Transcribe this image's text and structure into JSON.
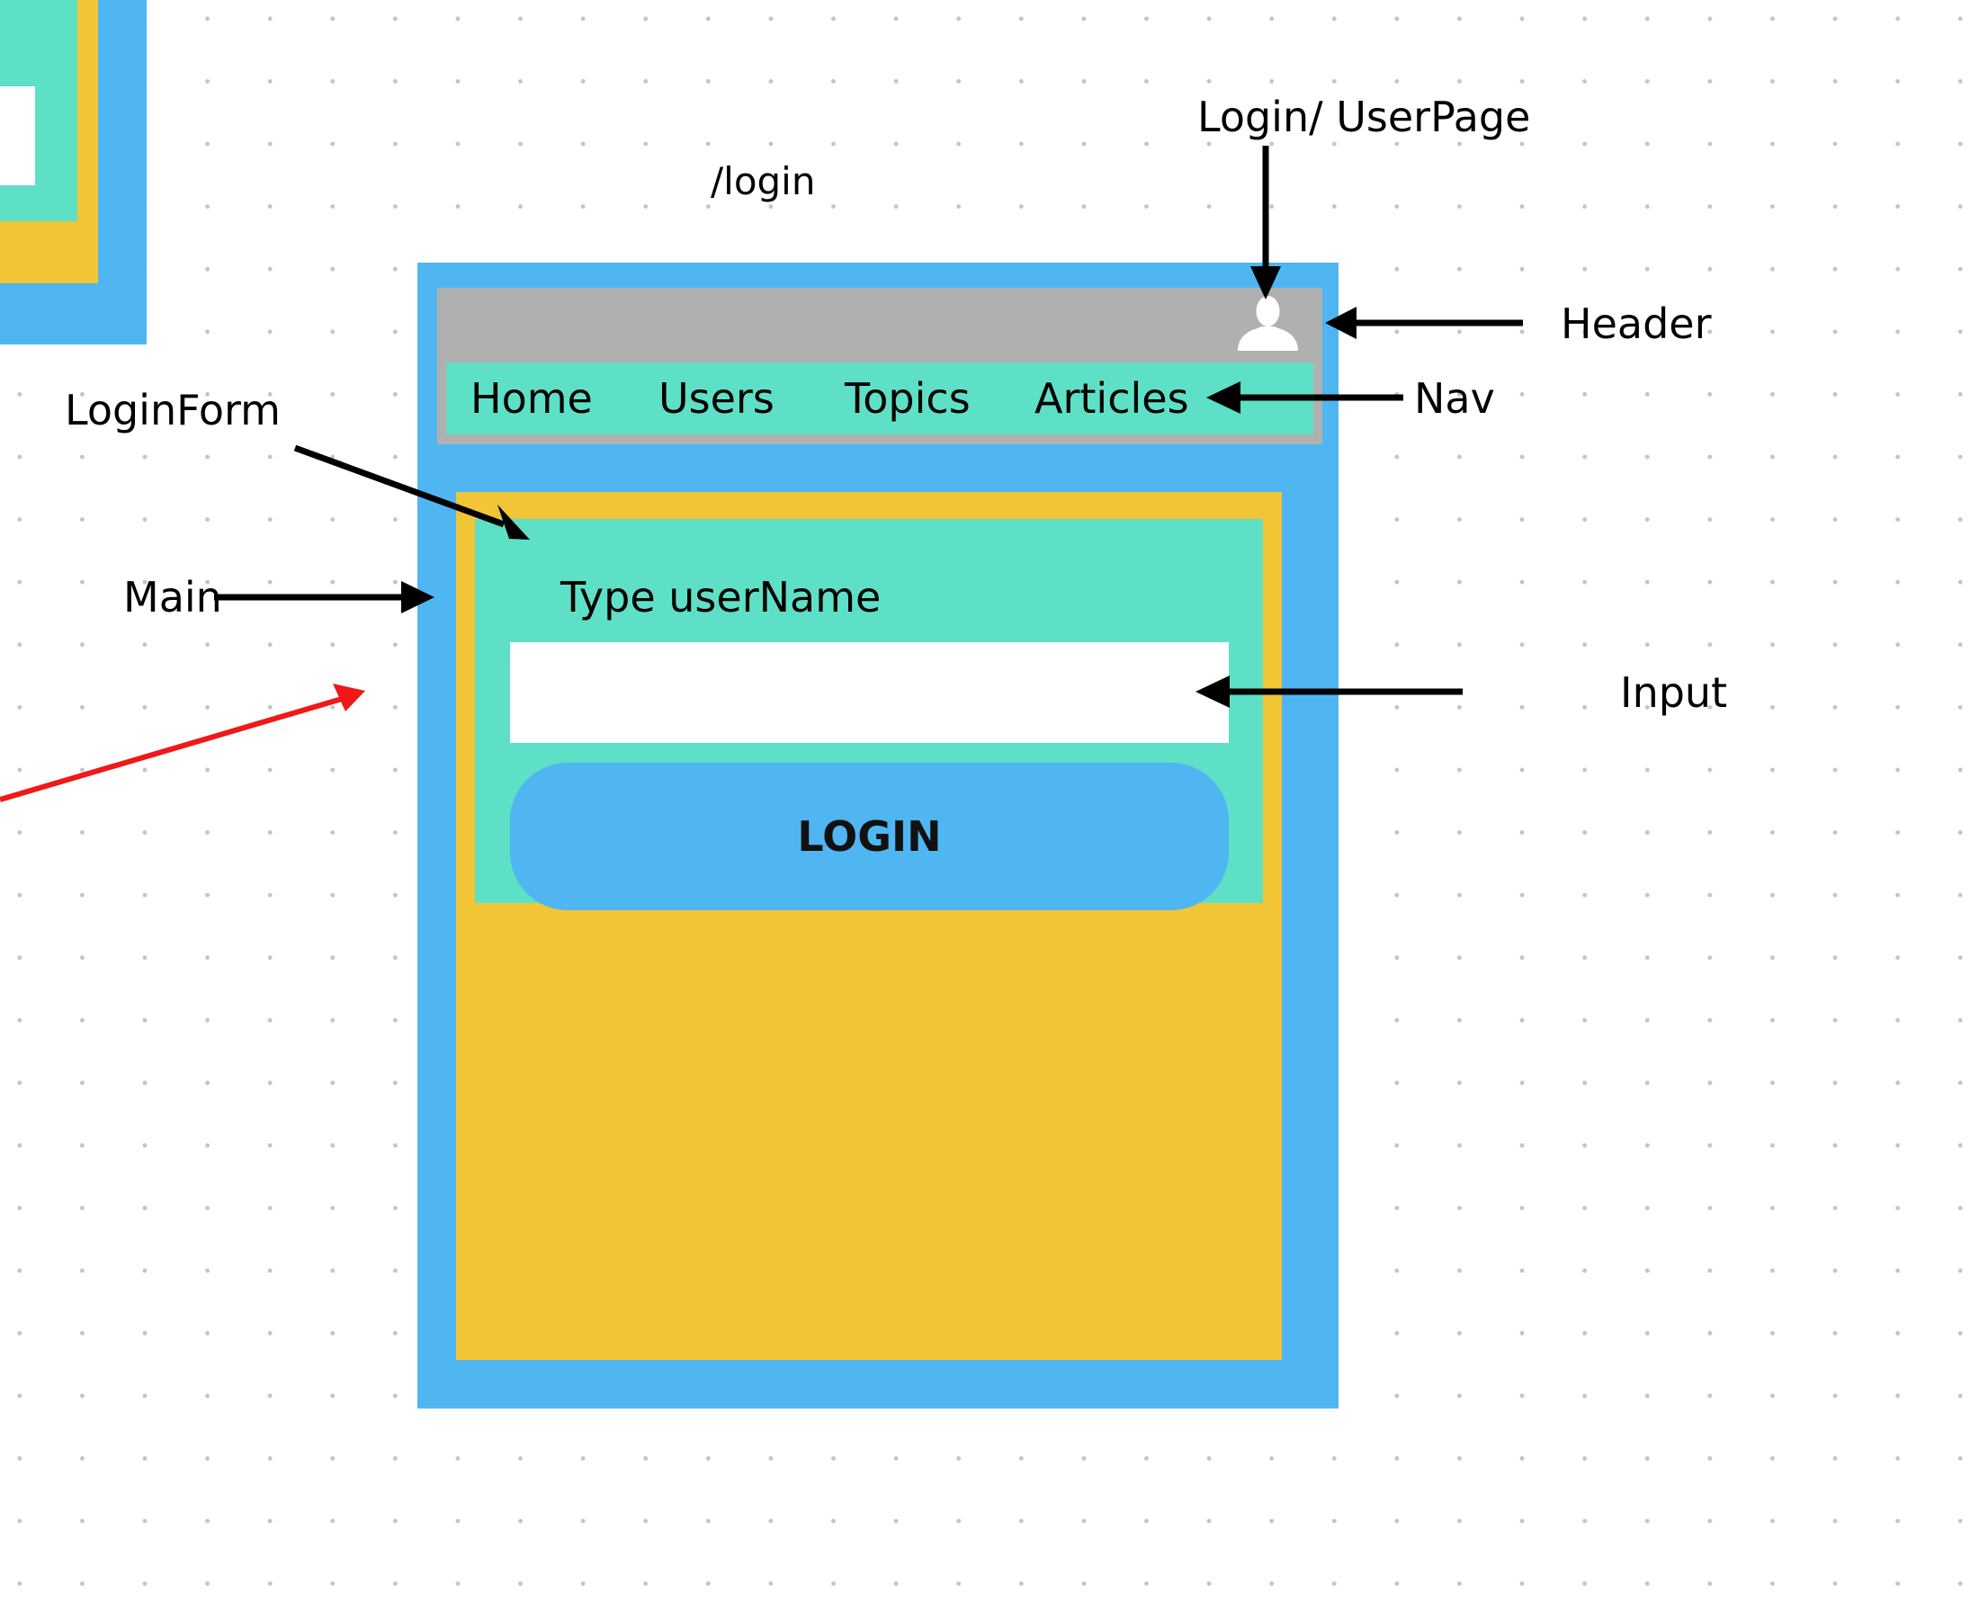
{
  "colors": {
    "frame": "#4FB6F2",
    "header": "#B0B0B0",
    "nav": "#5EE0C6",
    "main": "#F2C537",
    "form": "#5EE0C6",
    "input": "#FFFFFF",
    "button": "#4FB6F2",
    "arrow": "#000000",
    "highlight_arrow": "#F01818"
  },
  "route": "/login",
  "nav": {
    "items": [
      "Home",
      "Users",
      "Topics",
      "Articles"
    ]
  },
  "header": {
    "user_icon": "user-silhouette-icon"
  },
  "login_form": {
    "label": "Type userName",
    "input_value": "",
    "button_label": "LOGIN"
  },
  "annotations": {
    "login_userpage": "Login/ UserPage",
    "header": "Header",
    "nav": "Nav",
    "login_form": "LoginForm",
    "main": "Main",
    "input": "Input"
  }
}
